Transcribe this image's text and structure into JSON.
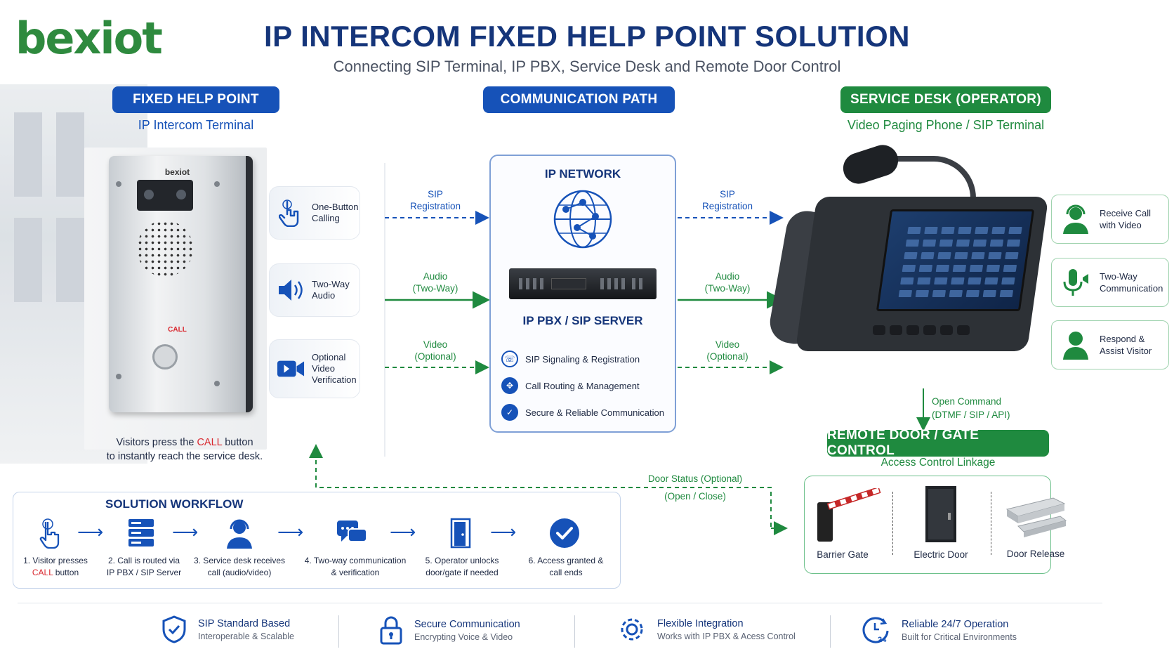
{
  "logo": "bexiot",
  "title": "IP INTERCOM FIXED HELP POINT SOLUTION",
  "subtitle": "Connecting SIP Terminal, IP PBX, Service Desk and Remote Door Control",
  "colors": {
    "navy": "#15357a",
    "blue": "#1652b8",
    "green": "#1f8a3f",
    "red": "#d9282f"
  },
  "help_point": {
    "pill": "FIXED HELP POINT",
    "sub": "IP Intercom Terminal",
    "device_brand": "bexiot",
    "device_call": "CALL",
    "caption_pre": "Visitors press the ",
    "caption_call": "CALL",
    "caption_post": " button",
    "caption_line2": "to instantly reach the service desk.",
    "features": [
      {
        "icon": "hand-pointer-icon",
        "label1": "One-Button",
        "label2": "Calling",
        "label3": ""
      },
      {
        "icon": "speaker-icon",
        "label1": "Two-Way",
        "label2": "Audio",
        "label3": ""
      },
      {
        "icon": "video-camera-icon",
        "label1": "Optional",
        "label2": "Video",
        "label3": "Verification"
      }
    ]
  },
  "path": {
    "pill": "COMMUNICATION PATH",
    "left_labels": [
      {
        "l1": "SIP",
        "l2": "Registration"
      },
      {
        "l1": "Audio",
        "l2": "(Two-Way)"
      },
      {
        "l1": "Video",
        "l2": "(Optional)"
      }
    ],
    "right_labels": [
      {
        "l1": "SIP",
        "l2": "Registration"
      },
      {
        "l1": "Audio",
        "l2": "(Two-Way)"
      },
      {
        "l1": "Video",
        "l2": "(Optional)"
      }
    ],
    "network_title": "IP NETWORK",
    "pbx_title": "IP PBX / SIP SERVER",
    "pbx_features": [
      {
        "icon": "phone-signal-icon",
        "label": "SIP Signaling & Registration"
      },
      {
        "icon": "routing-icon",
        "label": "Call Routing & Management"
      },
      {
        "icon": "shield-check-icon",
        "label": "Secure & Reliable Communication"
      }
    ]
  },
  "service": {
    "pill": "SERVICE DESK (OPERATOR)",
    "sub": "Video Paging Phone / SIP Terminal",
    "items": [
      {
        "icon": "operator-headset-icon",
        "l1": "Receive Call",
        "l2": "with Video"
      },
      {
        "icon": "microphone-icon",
        "l1": "Two-Way",
        "l2": "Communication"
      },
      {
        "icon": "person-icon",
        "l1": "Respond &",
        "l2": "Assist Visitor"
      }
    ],
    "open_cmd_1": "Open Command",
    "open_cmd_2": "(DTMF / SIP / API)"
  },
  "door": {
    "pill": "REMOTE DOOR / GATE CONTROL",
    "sub": "Access Control Linkage",
    "status_1": "Door Status (Optional)",
    "status_2": "(Open / Close)",
    "items": [
      "Barrier Gate",
      "Electric Door",
      "Door Release"
    ]
  },
  "workflow": {
    "title": "SOLUTION WORKFLOW",
    "steps": [
      {
        "icon": "hand-pointer-icon",
        "l1": "1. Visitor presses",
        "l2a": "CALL",
        "l2b": " button"
      },
      {
        "icon": "server-icon",
        "l1": "2. Call is routed via",
        "l2a": "",
        "l2b": "IP PBX / SIP Server"
      },
      {
        "icon": "operator-headset-icon",
        "l1": "3. Service desk receives",
        "l2a": "",
        "l2b": "call (audio/video)"
      },
      {
        "icon": "chat-bubbles-icon",
        "l1": "4. Two-way communication",
        "l2a": "",
        "l2b": "& verification"
      },
      {
        "icon": "door-icon",
        "l1": "5. Operator unlocks",
        "l2a": "",
        "l2b": "door/gate if needed"
      },
      {
        "icon": "check-circle-icon",
        "l1": "6. Access granted &",
        "l2a": "",
        "l2b": "call ends"
      }
    ]
  },
  "footer": [
    {
      "icon": "shield-check-icon",
      "t1": "SIP Standard Based",
      "t2": "Interoperable & Scalable"
    },
    {
      "icon": "padlock-icon",
      "t1": "Secure Communication",
      "t2": "Encrypting Voice & Video"
    },
    {
      "icon": "gear-icon",
      "t1": "Flexible Integration",
      "t2": "Works with IP PBX & Acess Control"
    },
    {
      "icon": "clock-24-icon",
      "t1": "Reliable 24/7 Operation",
      "t2": "Built for Critical Environments"
    }
  ]
}
